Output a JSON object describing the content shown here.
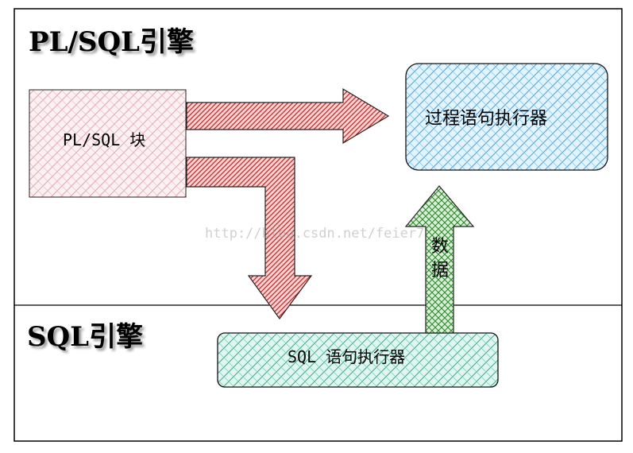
{
  "pl_sql_engine": {
    "title": "PL/SQL引擎"
  },
  "sql_engine": {
    "title": "SQL引擎"
  },
  "pl_sql_block": {
    "label": "PL/SQL 块"
  },
  "procedural_executor": {
    "label": "过程语句执行器"
  },
  "sql_executor": {
    "label": "SQL 语句执行器"
  },
  "data_arrow": {
    "label_chars": [
      "数",
      "据"
    ]
  },
  "watermark": {
    "text": "http://blog.csdn.net/feier7"
  },
  "colors": {
    "pl_block_hatch": "#e8a0a8",
    "red_arrow_hatch": "#d42020",
    "red_arrow_fill": "#fbd7d7",
    "blue_box_hatch": "#3fa6e0",
    "blue_box_fill": "#e4f4fd",
    "teal_box_hatch": "#2bb08e",
    "teal_box_fill": "#e2f6f0",
    "green_arrow_hatch": "#2f8a2f",
    "green_arrow_fill": "#d9efd6"
  }
}
